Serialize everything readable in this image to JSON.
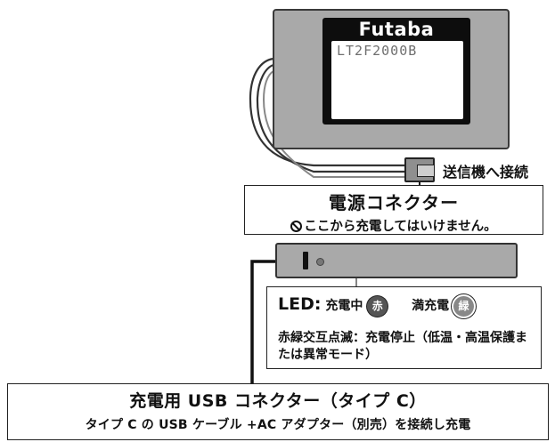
{
  "battery": {
    "brand": "Futaba",
    "model": "LT2F2000B"
  },
  "connector_label": "送信機へ接続",
  "power_connector": {
    "title": "電源コネクター",
    "warning": "ここから充電してはいけません。",
    "warning_icon": "prohibited-icon"
  },
  "led": {
    "heading": "LED:",
    "charging_label": "充電中",
    "charging_badge": "赤",
    "full_label": "満充電",
    "full_badge": "緑",
    "blink_note": "赤緑交互点滅：充電停止（低温・高温保護または異常モード）"
  },
  "usb": {
    "title": "充電用 USB コネクター（タイプ C）",
    "description": "タイプ C の USB ケーブル +AC アダプター（別売）を接続し充電"
  }
}
